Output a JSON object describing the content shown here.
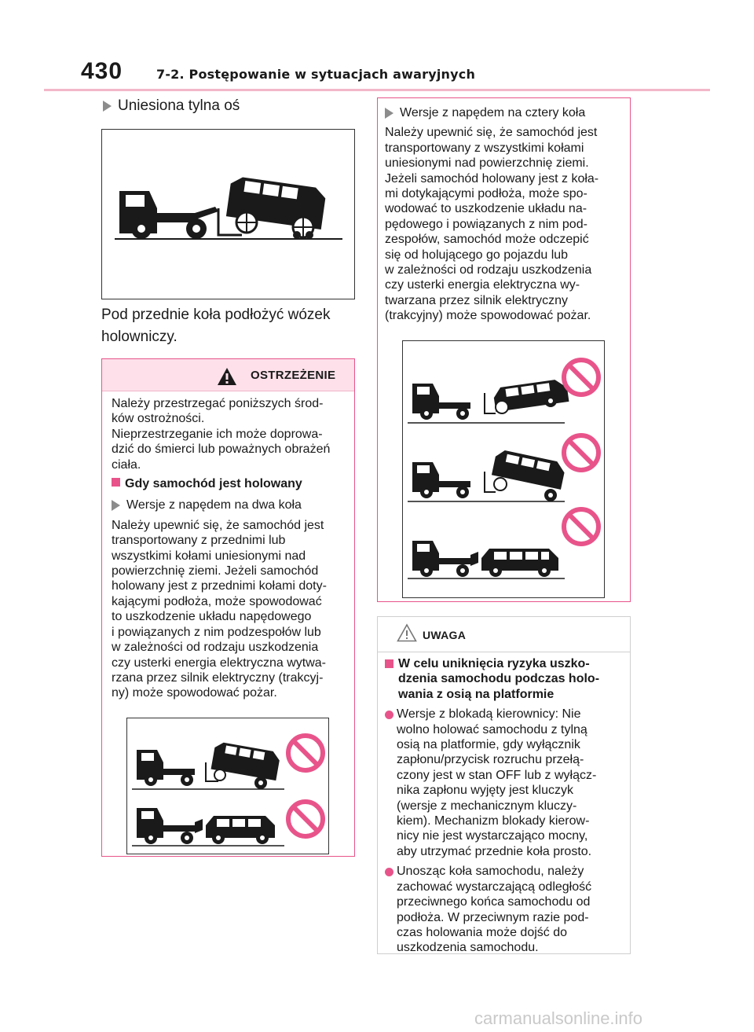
{
  "header": {
    "page_number": "430",
    "section_title": "7-2. Postępowanie w sytuacjach awaryjnych"
  },
  "left": {
    "subheading": "Uniesiona tylna oś",
    "instruction": [
      "Pod przednie koła podłożyć wózek",
      "holowniczy."
    ]
  },
  "warning": {
    "title": "OSTRZEŻENIE",
    "intro": [
      "Należy przestrzegać poniższych środ-",
      "ków ostrożności.",
      "Nieprzestrzeganie ich może doprowa-",
      "dzić do śmierci lub poważnych obrażeń",
      "ciała."
    ],
    "section_heading": "Gdy samochód jest holowany",
    "subheading": "Wersje z napędem na dwa koła",
    "body": [
      "Należy upewnić się, że samochód jest",
      "transportowany z przednimi lub",
      "wszystkimi kołami uniesionymi nad",
      "powierzchnię ziemi. Jeżeli samochód",
      "holowany jest z przednimi kołami doty-",
      "kającymi podłoża, może spowodować",
      "to uszkodzenie układu napędowego",
      "i powiązanych z nim podzespołów lub",
      "w zależności od rodzaju uszkodzenia",
      "czy usterki energia elektryczna wytwa-",
      "rzana przez silnik elektryczny (trakcyj-",
      "ny) może spowodować pożar."
    ]
  },
  "right": {
    "subheading": "Wersje z napędem na cztery koła",
    "body": [
      "Należy upewnić się, że samochód jest",
      "transportowany z wszystkimi kołami",
      "uniesionymi nad powierzchnię ziemi.",
      "Jeżeli samochód holowany jest z koła-",
      "mi dotykającymi podłoża, może spo-",
      "wodować to uszkodzenie układu na-",
      "pędowego i powiązanych z nim pod-",
      "zespołów, samochód może odczepić",
      "się od holującego go pojazdu lub",
      "w zależności od rodzaju uszkodzenia",
      "czy usterki energia elektryczna wy-",
      "twarzana przez silnik elektryczny",
      "(trakcyjny) może spowodować pożar."
    ]
  },
  "caution": {
    "title": "UWAGA",
    "heading": [
      "W celu uniknięcia ryzyka uszko-",
      "dzenia samochodu podczas holo-",
      "wania z osią na platformie"
    ],
    "bullet1": [
      "Wersje z blokadą kierownicy: Nie",
      "wolno holować samochodu z tylną",
      "osią na platformie, gdy wyłącznik",
      "zapłonu/przycisk rozruchu przełą-",
      "czony jest w stan OFF lub z wyłącz-",
      "nika zapłonu wyjęty jest kluczyk",
      "(wersje z mechanicznym kluczy-",
      "kiem). Mechanizm blokady kierow-",
      "nicy nie jest wystarczająco mocny,",
      "aby utrzymać przednie koła prosto."
    ],
    "bullet2": [
      "Unosząc koła samochodu, należy",
      "zachować wystarczającą odległość",
      "przeciwnego końca samochodu od",
      "podłoża. W przeciwnym razie pod-",
      "czas holowania może dojść do",
      "uszkodzenia samochodu."
    ]
  },
  "footer": {
    "watermark": "carmanualsonline.info"
  },
  "colors": {
    "accent": "#e8548a",
    "warning_bg": "#fde0ea",
    "header_rule": "#f2b6c9"
  }
}
